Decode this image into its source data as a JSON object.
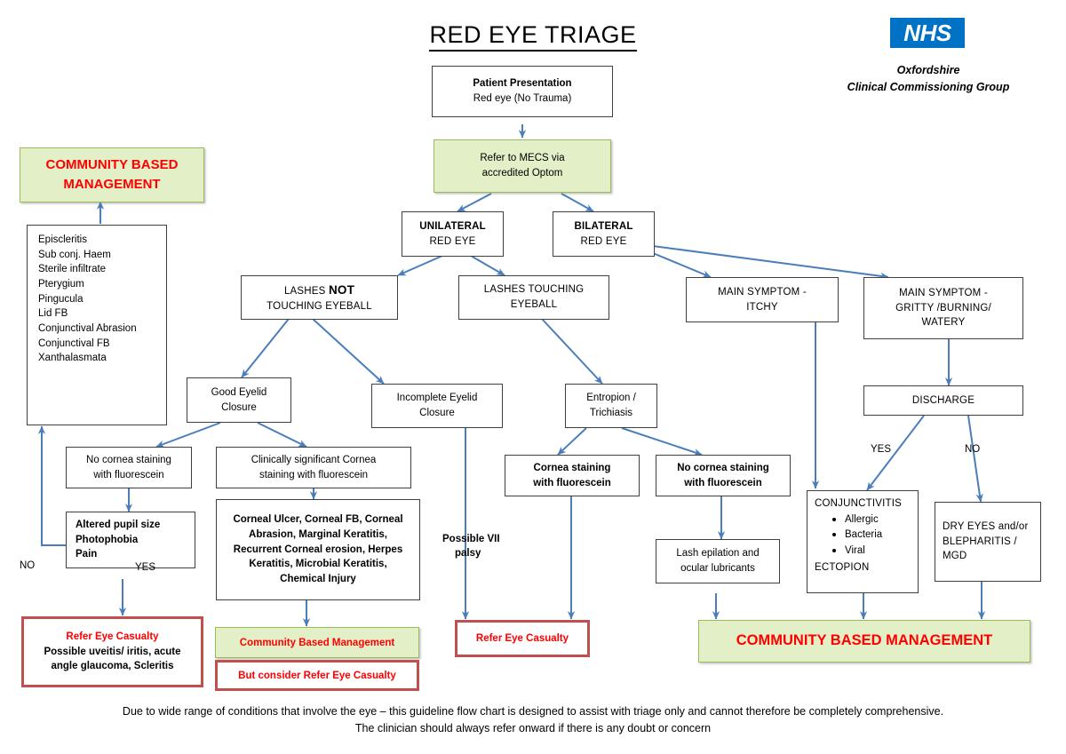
{
  "title": "RED EYE TRIAGE",
  "brand": {
    "logo_text": "NHS",
    "logo_color": "#0072c6",
    "org_line1": "Oxfordshire",
    "org_line2": "Clinical Commissioning Group"
  },
  "colors": {
    "green_fill": "#e2efc7",
    "green_border": "#9bbb59",
    "red_text": "#ff0000",
    "red_border": "#c0504d",
    "arrow": "#4a7ebb",
    "box_border": "#3f3f3f"
  },
  "nodes": {
    "patient_presentation": {
      "line1": "Patient Presentation",
      "line2": "Red eye (No Trauma)"
    },
    "refer_mecs": {
      "line1": "Refer to MECS via",
      "line2": "accredited Optom"
    },
    "unilateral": {
      "line1": "UNILATERAL",
      "line2": "RED EYE"
    },
    "bilateral": {
      "line1": "BILATERAL",
      "line2": "RED EYE"
    },
    "lashes_not_touching": {
      "line1a": "LASHES ",
      "line1b": "NOT",
      "line2": "TOUCHING EYEBALL"
    },
    "lashes_touching": {
      "line1": "LASHES TOUCHING",
      "line2": "EYEBALL"
    },
    "main_symptom_itchy": {
      "line1": "MAIN SYMPTOM -",
      "line2": "ITCHY"
    },
    "main_symptom_gritty": {
      "line1": "MAIN SYMPTOM -",
      "line2": "GRITTY /BURNING/",
      "line3": "WATERY"
    },
    "good_eyelid_closure": {
      "line1": "Good Eyelid",
      "line2": "Closure"
    },
    "incomplete_eyelid_closure": {
      "line1": "Incomplete Eyelid",
      "line2": "Closure"
    },
    "entropion_trichiasis": {
      "line1": "Entropion /",
      "line2": "Trichiasis"
    },
    "discharge": {
      "line1": "DISCHARGE"
    },
    "no_cornea_staining_left": {
      "line1": "No cornea staining",
      "line2": "with fluorescein"
    },
    "clinically_significant": {
      "line1": "Clinically significant Cornea",
      "line2": "staining with fluorescein"
    },
    "cornea_staining_mid": {
      "line1": "Cornea staining",
      "line2": "with fluorescein"
    },
    "no_cornea_staining_mid": {
      "line1": "No cornea staining",
      "line2": "with fluorescein"
    },
    "altered_pupil": {
      "line1": "Altered pupil size",
      "line2": "Photophobia",
      "line3": "Pain"
    },
    "corneal_diagnoses": {
      "line1": "Corneal Ulcer, Corneal FB, Corneal",
      "line2": "Abrasion, Marginal Keratitis,",
      "line3": "Recurrent Corneal erosion, Herpes",
      "line4": "Keratitis, Microbial Keratitis,",
      "line5": "Chemical Injury"
    },
    "lash_epilation": {
      "line1": "Lash epilation and",
      "line2": "ocular lubricants"
    },
    "conjunctivitis": {
      "heading": "CONJUNCTIVITIS",
      "bullets": [
        "Allergic",
        "Bacteria",
        "Viral"
      ],
      "footer": "ECTOPION"
    },
    "dry_eyes": {
      "line1": "DRY EYES and/or",
      "line2": "BLEPHARITIS /",
      "line3": "MGD"
    },
    "community_based_top": {
      "line1": "COMMUNITY BASED",
      "line2": "MANAGEMENT"
    },
    "community_based_bottom": {
      "line1": "COMMUNITY BASED MANAGEMENT"
    },
    "community_based_small": {
      "line1": "Community Based Management"
    },
    "but_consider": {
      "line1": "But consider Refer Eye Casualty"
    },
    "refer_eye_casualty_left": {
      "heading": "Refer Eye Casualty",
      "sub1": "Possible uveitis/ iritis, acute",
      "sub2": "angle glaucoma, Scleritis"
    },
    "refer_eye_casualty_mid": {
      "heading": "Refer Eye Casualty"
    },
    "conditions_list": {
      "items": [
        "Episcleritis",
        "Sub conj. Haem",
        "Sterile infiltrate",
        "Pterygium",
        "Pingucula",
        "Lid FB",
        "Conjunctival Abrasion",
        "Conjunctival FB",
        "Xanthalasmata"
      ]
    }
  },
  "edge_labels": {
    "no_left": "NO",
    "yes_left": "YES",
    "possible_vii_palsy_1": "Possible VII",
    "possible_vii_palsy_2": "palsy",
    "yes_discharge": "YES",
    "no_discharge": "NO"
  },
  "footer": {
    "line1": "Due to wide range of conditions that involve the eye – this guideline flow chart is designed to assist with triage only and cannot therefore be completely comprehensive.",
    "line2": "The clinician should always refer onward if there is any doubt or concern"
  }
}
